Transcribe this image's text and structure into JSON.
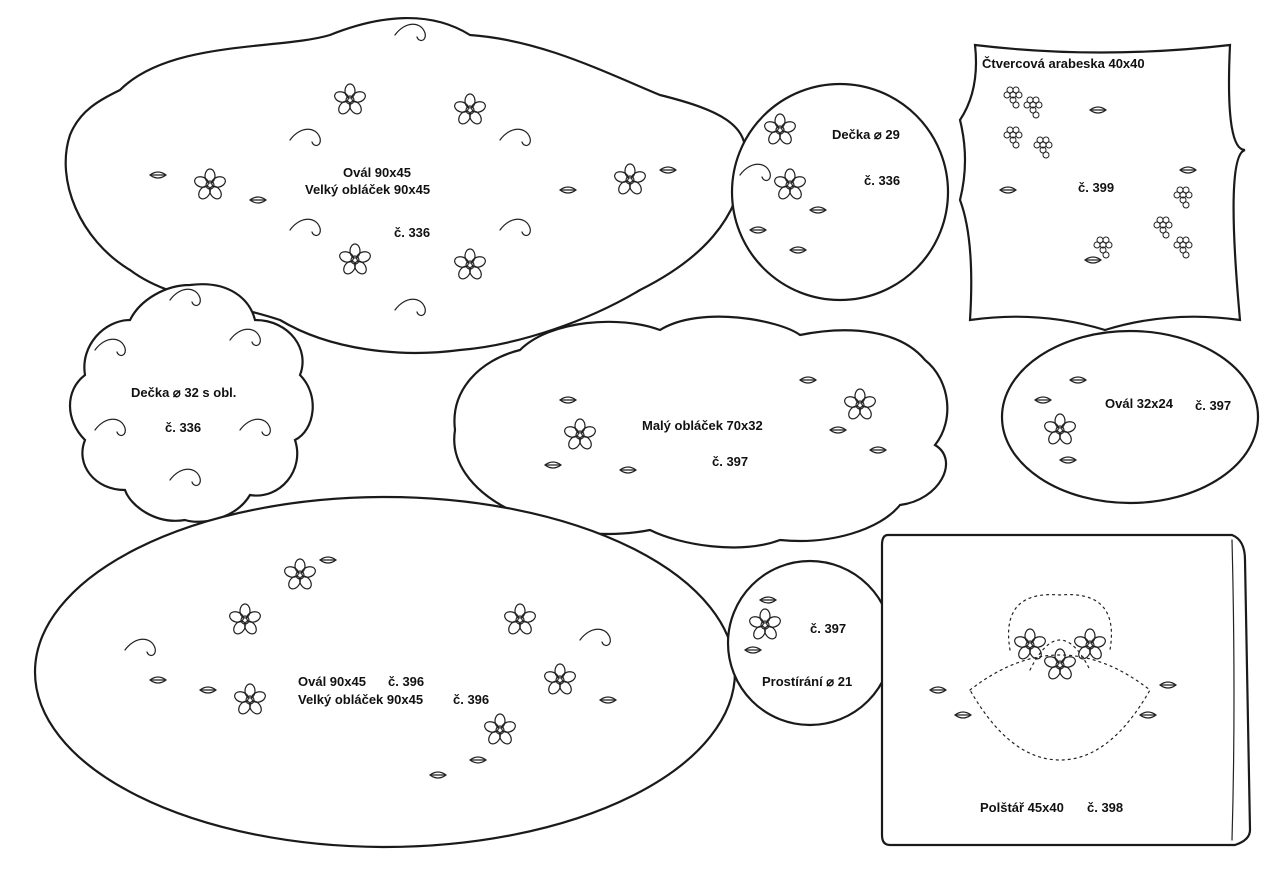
{
  "sheet": {
    "big_oval_cloud": {
      "line1": "Ovál 90x45",
      "line2": "Velký obláček 90x45",
      "number": "č. 336"
    },
    "round_doily_29": {
      "name": "Dečka ⌀ 29",
      "number": "č. 336"
    },
    "square_arabesque": {
      "name": "Čtvercová arabeska 40x40",
      "number": "č. 399"
    },
    "scalloped_doily_32": {
      "name": "Dečka ⌀ 32 s obl.",
      "number": "č. 336"
    },
    "small_cloud": {
      "name": "Malý obláček 70x32",
      "number": "č. 397"
    },
    "small_oval": {
      "name": "Ovál 32x24",
      "number": "č. 397"
    },
    "bottom_oval": {
      "line1_name": "Ovál 90x45",
      "line1_number": "č. 396",
      "line2_name": "Velký obláček 90x45",
      "line2_number": "č. 396"
    },
    "placemat": {
      "number": "č. 397",
      "name": "Prostírání ⌀ 21"
    },
    "pillow": {
      "name": "Polštář 45x40",
      "number": "č. 398"
    }
  },
  "icons": [
    "flower-motif-icon",
    "leaf-spray-icon",
    "grape-vine-icon",
    "dotted-basket-icon"
  ],
  "colors": {
    "ink": "#1a1a1a",
    "paper": "#ffffff"
  }
}
